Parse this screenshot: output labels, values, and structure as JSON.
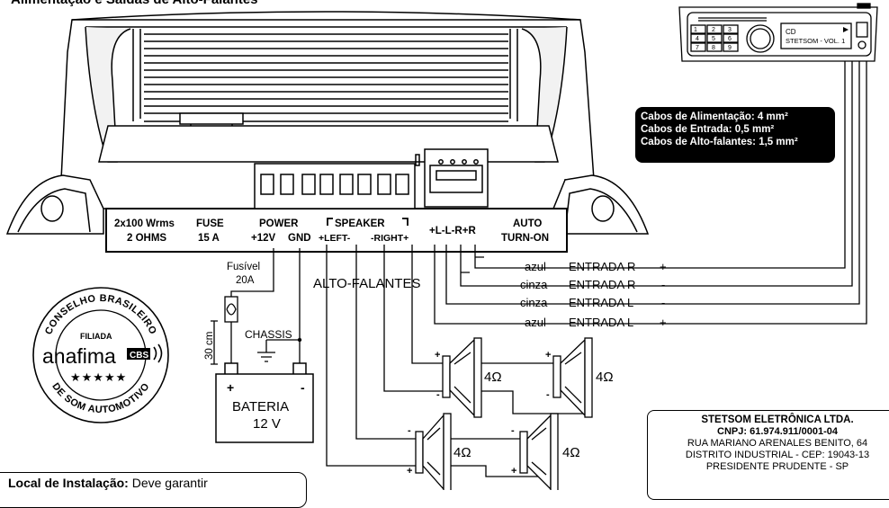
{
  "header": {
    "title": "Alimentação e Saídas de Alto-Falantes"
  },
  "amp_panel": {
    "spec": [
      "2x100 Wrms",
      "2 OHMS"
    ],
    "fuse": [
      "FUSE",
      "15 A"
    ],
    "power": [
      "POWER",
      "+12V",
      "GND"
    ],
    "speaker": "SPEAKER",
    "speaker_terms": [
      "+LEFT-",
      "-RIGHT+"
    ],
    "inputs": "+L-L-R+R",
    "auto": [
      "AUTO",
      "TURN-ON"
    ]
  },
  "head_unit": {
    "line1": "CD",
    "line2": "STETSOM - VOL. 1",
    "keys": [
      "1",
      "2",
      "3",
      "4",
      "5",
      "6",
      "7",
      "8",
      "9"
    ]
  },
  "cable_specs": [
    "Cabos de Alimentação: 4 mm²",
    "Cabos de Entrada: 0,5 mm²",
    "Cabos de Alto-falantes: 1,5 mm²"
  ],
  "entradas": [
    {
      "color": "azul",
      "name": "ENTRADA R",
      "sign": "+"
    },
    {
      "color": "cinza",
      "name": "ENTRADA R",
      "sign": "-"
    },
    {
      "color": "cinza",
      "name": "ENTRADA L",
      "sign": "-"
    },
    {
      "color": "azul",
      "name": "ENTRADA L",
      "sign": "+"
    }
  ],
  "fuse_label": [
    "Fusível",
    "20A"
  ],
  "distance_label": "30 cm",
  "chassis_label": "CHASSIS",
  "battery": {
    "name": "BATERIA",
    "voltage": "12 V",
    "plus": "+",
    "minus": "-"
  },
  "speakers_label": "ALTO-FALANTES",
  "ohm": "4Ω",
  "badge": {
    "top_text": "CONSELHO BRASILEIRO",
    "bottom_text": "DE SOM AUTOMOTIVO",
    "filiada": "FILIADA",
    "brand": "anafima",
    "cbs": "CBS",
    "stars": "★★★★★"
  },
  "company": {
    "name": "STETSOM ELETRÔNICA LTDA.",
    "cnpj": "CNPJ: 61.974.911/0001-04",
    "address": "RUA MARIANO ARENALES BENITO, 64",
    "district": "DISTRITO INDUSTRIAL - CEP: 19043-13",
    "city": "PRESIDENTE PRUDENTE - SP"
  },
  "install": {
    "title": "Local de Instalação:",
    "text": "Deve garantir"
  }
}
